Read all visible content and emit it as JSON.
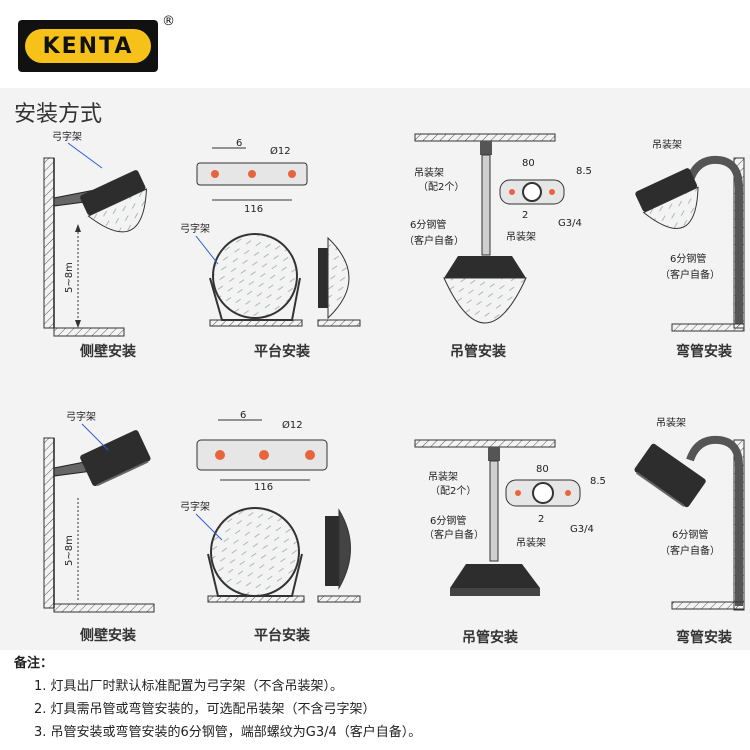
{
  "brand": {
    "logo_text": "KENTA",
    "registered_mark": "®"
  },
  "section_title": "安装方式",
  "rows": [
    {
      "panels": [
        {
          "caption": "侧壁安装",
          "labels": {
            "bracket": "弓字架",
            "height": "5~8m"
          }
        },
        {
          "caption": "平台安装",
          "labels": {
            "bracket": "弓字架",
            "dim_6": "6",
            "dim_hole": "Ø12",
            "dim_116": "116"
          }
        },
        {
          "caption": "吊管安装",
          "labels": {
            "hanger": "吊装架",
            "hanger_note": "（配2个）",
            "pipe": "6分钢管",
            "pipe_note": "（客户自备）",
            "hanger2": "吊装架",
            "dim_80": "80",
            "dim_85": "8.5",
            "dim_2": "2",
            "thread": "G3/4"
          }
        },
        {
          "caption": "弯管安装",
          "labels": {
            "hanger": "吊装架",
            "pipe": "6分钢管",
            "pipe_note": "（客户自备）"
          }
        }
      ]
    },
    {
      "panels": [
        {
          "caption": "侧壁安装",
          "labels": {
            "bracket": "弓字架",
            "height": "5~8m"
          }
        },
        {
          "caption": "平台安装",
          "labels": {
            "bracket": "弓字架",
            "dim_6": "6",
            "dim_hole": "Ø12",
            "dim_116": "116"
          }
        },
        {
          "caption": "吊管安装",
          "labels": {
            "hanger": "吊装架",
            "hanger_note": "（配2个）",
            "pipe": "6分钢管",
            "pipe_note": "（客户自备）",
            "hanger2": "吊装架",
            "dim_80": "80",
            "dim_85": "8.5",
            "dim_2": "2",
            "thread": "G3/4"
          }
        },
        {
          "caption": "弯管安装",
          "labels": {
            "hanger": "吊装架",
            "pipe": "6分钢管",
            "pipe_note": "（客户自备）"
          }
        }
      ]
    }
  ],
  "notes": {
    "title": "备注：",
    "items": [
      "1. 灯具出厂时默认标准配置为弓字架（不含吊装架）。",
      "2. 灯具需吊管或弯管安装的，可选配吊装架（不含弓字架）",
      "3. 吊管安装或弯管安装的6分钢管，端部螺纹为G3/4（客户自备）。"
    ]
  },
  "colors": {
    "brand_yellow": "#f6c21a",
    "diagram_bg": "#f3f3f3",
    "annotation_blue": "#2b5fd6",
    "hole_orange": "#e8643c"
  }
}
